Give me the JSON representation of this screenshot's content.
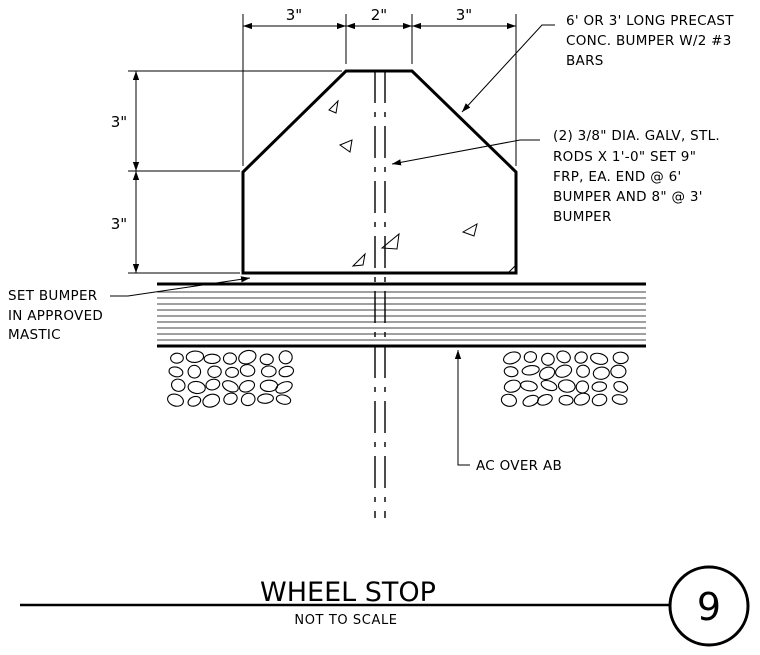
{
  "dimensions": {
    "top_left": "3\"",
    "top_center": "2\"",
    "top_right": "3\"",
    "left_upper": "3\"",
    "left_lower": "3\""
  },
  "notes": {
    "bumper": [
      "6' OR 3' LONG PRECAST",
      "CONC. BUMPER W/2 #3",
      "BARS"
    ],
    "rods": [
      "(2) 3/8\" DIA. GALV, STL.",
      "RODS X 1'-0\" SET 9\"",
      "FRP, EA. END @ 6'",
      "BUMPER AND 8\" @ 3'",
      "BUMPER"
    ],
    "mastic": [
      "SET BUMPER",
      "IN APPROVED",
      "MASTIC"
    ],
    "pavement": "AC OVER AB"
  },
  "title": {
    "main": "WHEEL STOP",
    "sub": "NOT TO SCALE",
    "detail_number": "9"
  }
}
